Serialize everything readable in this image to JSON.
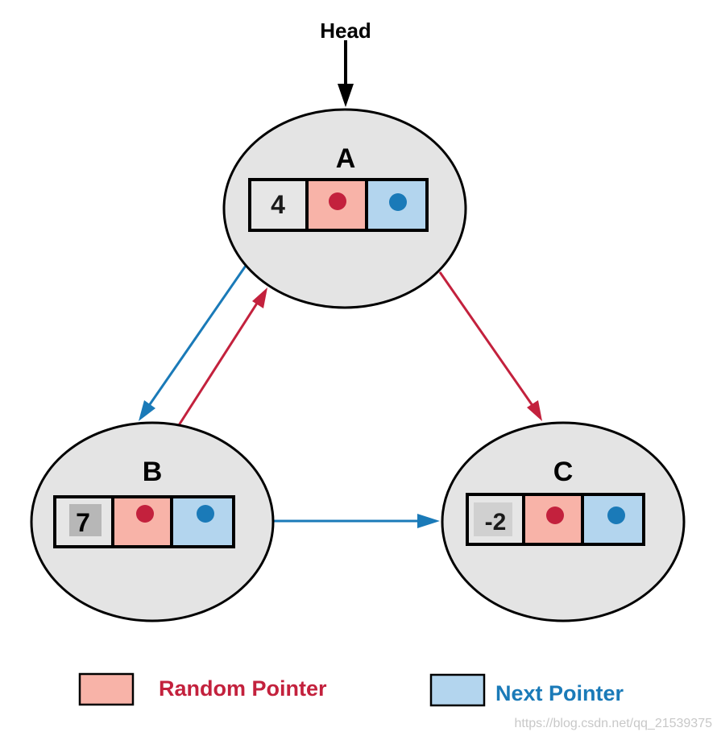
{
  "head_label": "Head",
  "nodes": [
    {
      "id": "a",
      "name": "A",
      "value": "4"
    },
    {
      "id": "b",
      "name": "B",
      "value": "7"
    },
    {
      "id": "c",
      "name": "C",
      "value": "-2"
    }
  ],
  "legend": {
    "random_label": "Random Pointer",
    "next_label": "Next Pointer"
  },
  "colors": {
    "random": "#c3213d",
    "next": "#1a7ab8",
    "random_fill": "#f8b3a8",
    "next_fill": "#b3d5ee",
    "node_fill": "#e4e4e4",
    "value_fill": "#e6e6e6"
  },
  "watermark": "https://blog.csdn.net/qq_21539375"
}
